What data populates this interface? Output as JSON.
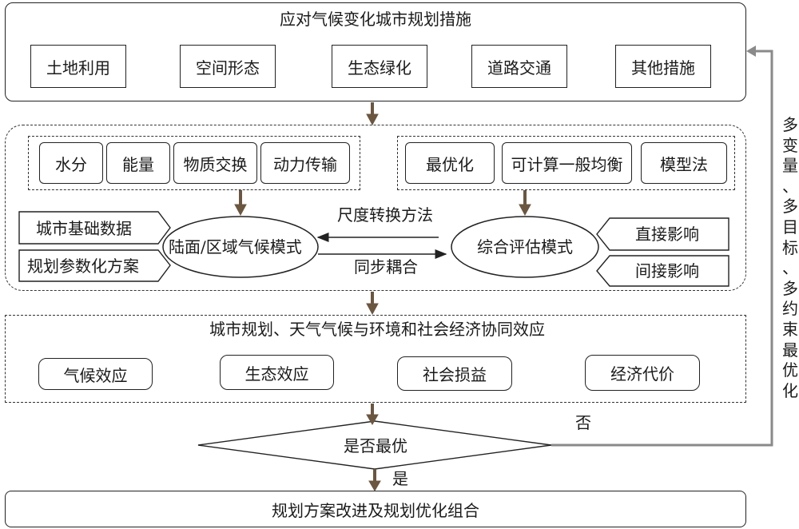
{
  "top": {
    "title": "应对气候变化城市规划措施",
    "items": [
      "土地利用",
      "空间形态",
      "生态绿化",
      "道路交通",
      "其他措施"
    ]
  },
  "mid": {
    "left_group": [
      "水分",
      "能量",
      "物质交换",
      "动力传输"
    ],
    "right_group": [
      "最优化",
      "可计算一般均衡",
      "模型法"
    ],
    "inputs": [
      "城市基础数据",
      "规划参数化方案"
    ],
    "left_model": "陆面/区域气候模式",
    "right_model": "综合评估模式",
    "impacts": [
      "直接影响",
      "间接影响"
    ],
    "arrow_top_label": "尺度转换方法",
    "arrow_bottom_label": "同步耦合"
  },
  "effects": {
    "title": "城市规划、天气气候与环境和社会经济协同效应",
    "items": [
      "气候效应",
      "生态效应",
      "社会损益",
      "经济代价"
    ]
  },
  "decision": {
    "label": "是否最优",
    "no_label": "否",
    "yes_label": "是"
  },
  "bottom": {
    "label": "规划方案改进及规划优化组合"
  },
  "feedback": {
    "chars": [
      "多",
      "变",
      "量",
      "、",
      "多",
      "目",
      "标",
      "、",
      "多",
      "约",
      "束",
      "最",
      "优",
      "化"
    ]
  },
  "colors": {
    "arrow": "#6b5640",
    "feedback_arrow": "#8a8a8a",
    "line": "#222222"
  }
}
